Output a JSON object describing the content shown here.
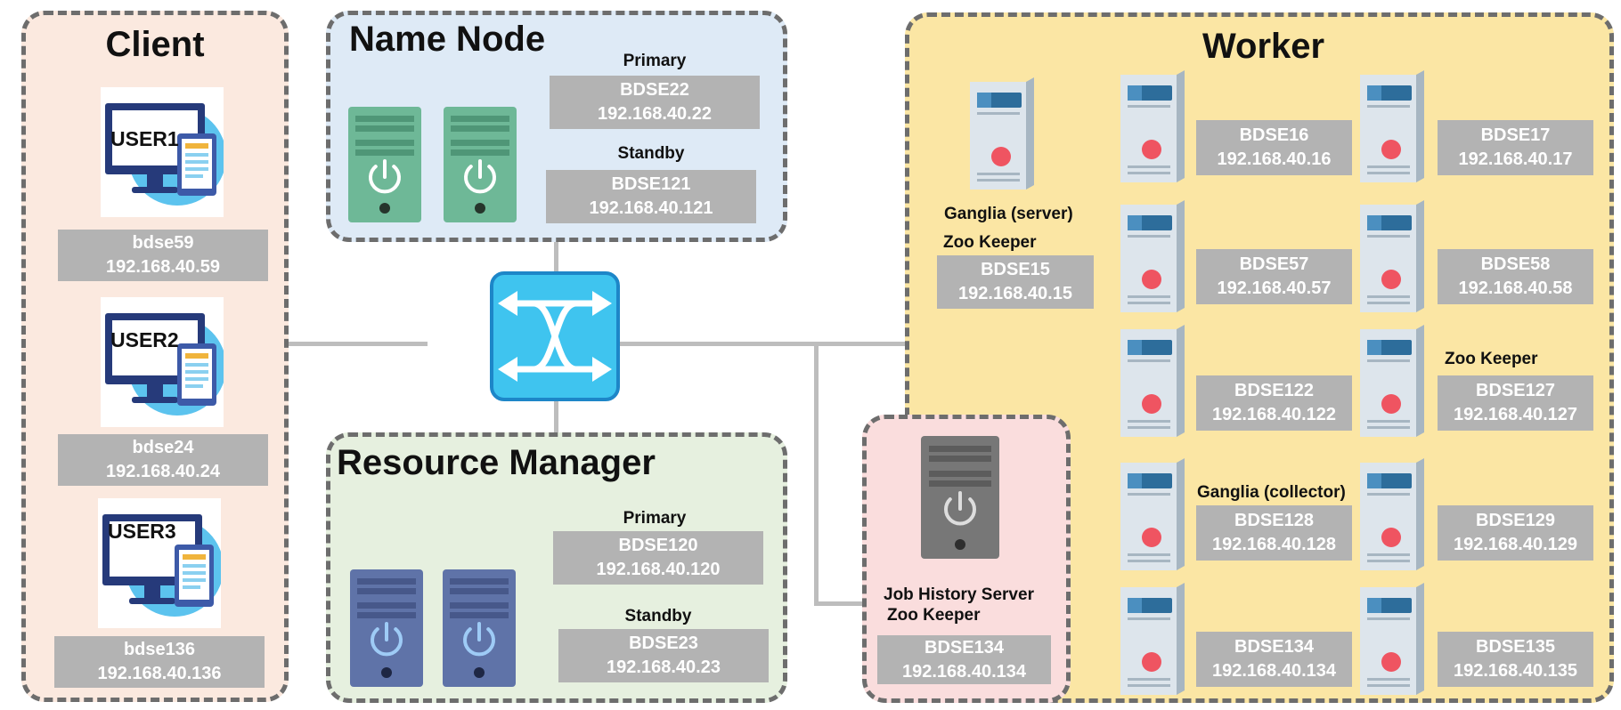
{
  "client": {
    "title": "Client",
    "users": [
      {
        "badge": "USER1",
        "name": "bdse59",
        "ip": "192.168.40.59"
      },
      {
        "badge": "USER2",
        "name": "bdse24",
        "ip": "192.168.40.24"
      },
      {
        "badge": "USER3",
        "name": "bdse136",
        "ip": "192.168.40.136"
      }
    ]
  },
  "name_node": {
    "title": "Name Node",
    "primary": {
      "role": "Primary",
      "name": "BDSE22",
      "ip": "192.168.40.22"
    },
    "standby": {
      "role": "Standby",
      "name": "BDSE121",
      "ip": "192.168.40.121"
    }
  },
  "resource_manager": {
    "title": "Resource Manager",
    "primary": {
      "role": "Primary",
      "name": "BDSE120",
      "ip": "192.168.40.120"
    },
    "standby": {
      "role": "Standby",
      "name": "BDSE23",
      "ip": "192.168.40.23"
    }
  },
  "job_history": {
    "role_line1": "Job History Server",
    "role_line2": "Zoo Keeper",
    "name": "BDSE134",
    "ip": "192.168.40.134"
  },
  "worker": {
    "title": "Worker",
    "ganglia_server": {
      "role_line1": "Ganglia (server)",
      "role_line2": "Zoo Keeper",
      "name": "BDSE15",
      "ip": "192.168.40.15"
    },
    "nodes": [
      {
        "role": "",
        "name": "BDSE16",
        "ip": "192.168.40.16"
      },
      {
        "role": "",
        "name": "BDSE17",
        "ip": "192.168.40.17"
      },
      {
        "role": "",
        "name": "BDSE57",
        "ip": "192.168.40.57"
      },
      {
        "role": "",
        "name": "BDSE58",
        "ip": "192.168.40.58"
      },
      {
        "role": "",
        "name": "BDSE122",
        "ip": "192.168.40.122"
      },
      {
        "role": "Zoo Keeper",
        "name": "BDSE127",
        "ip": "192.168.40.127"
      },
      {
        "role": "Ganglia (collector)",
        "name": "BDSE128",
        "ip": "192.168.40.128"
      },
      {
        "role": "",
        "name": "BDSE129",
        "ip": "192.168.40.129"
      },
      {
        "role": "",
        "name": "BDSE134",
        "ip": "192.168.40.134"
      },
      {
        "role": "",
        "name": "BDSE135",
        "ip": "192.168.40.135"
      }
    ]
  },
  "colors": {
    "client_bg": "#fbe9df",
    "name_node_bg": "#deeaf6",
    "resource_manager_bg": "#e6f0df",
    "worker_bg": "#fbe6a4",
    "job_history_bg": "#fadddd",
    "label_bg": "#b3b3b3",
    "switch": "#3fc4ef",
    "green_server": "#6eb897",
    "blue_server": "#5f73a8",
    "gray_server": "#777777"
  },
  "icons": {
    "switch": "network-switch-icon",
    "user_station": "desktop-tablet-icon",
    "master_server": "power-server-icon",
    "worker_server": "tower-server-icon"
  }
}
